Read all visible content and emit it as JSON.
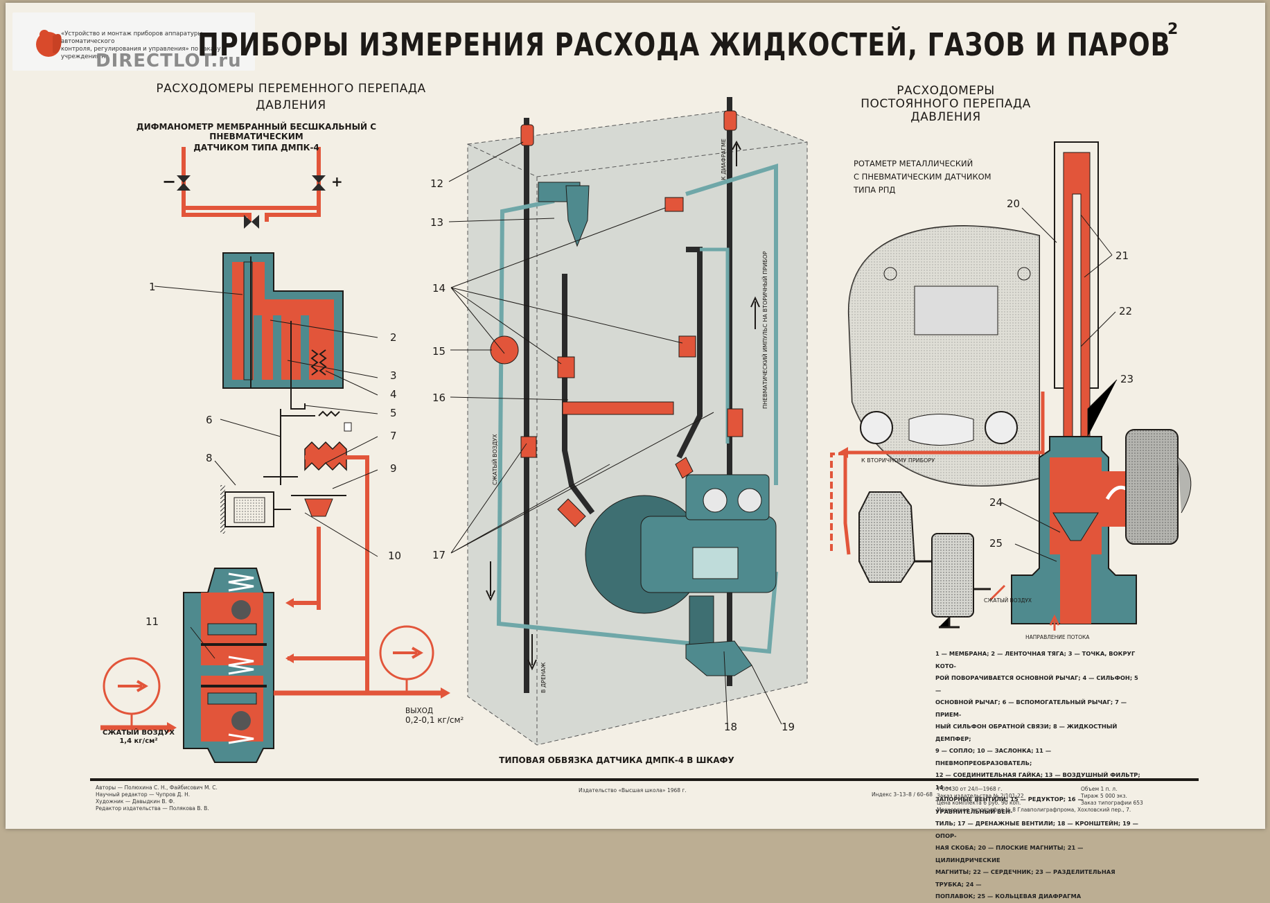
{
  "watermark": {
    "note_lines": [
      "«Устройство и монтаж приборов аппаратуры автоматического",
      "контроля, регулирования и управления» по заказу учреждения на"
    ],
    "brand": "DIRECTLOT.ru"
  },
  "title": "ПРИБОРЫ ИЗМЕРЕНИЯ РАСХОДА ЖИДКОСТЕЙ, ГАЗОВ И ПАРОВ",
  "page_number": "2",
  "left_section": {
    "heading_line1": "РАСХОДОМЕРЫ ПЕРЕМЕННОГО ПЕРЕПАДА",
    "heading_line2": "ДАВЛЕНИЯ",
    "caption_line1": "ДИФМАНОМЕТР МЕМБРАННЫЙ  БЕСШКАЛЬНЫЙ С ПНЕВМАТИЧЕСКИМ",
    "caption_line2": "ДАТЧИКОМ ТИПА ДМПК-4",
    "minus_sign": "−",
    "plus_sign": "+",
    "numbers": [
      "1",
      "2",
      "3",
      "4",
      "5",
      "6",
      "7",
      "8",
      "9",
      "10",
      "11"
    ],
    "air_in_line1": "СЖАТЫЙ ВОЗДУХ",
    "air_in_line2": "1,4 кг/см²",
    "output_line1": "ВЫХОД",
    "output_line2": "0,2-0,1 кг/см²"
  },
  "center_section": {
    "numbers": [
      "12",
      "13",
      "14",
      "15",
      "16",
      "17",
      "18",
      "19"
    ],
    "caption": "ТИПОВАЯ ОБВЯЗКА ДАТЧИКА ДМПК-4 В ШКАФУ",
    "label_air": "СЖАТЫЙ ВОЗДУХ",
    "label_drain": "В ДРЕНАЖ",
    "label_diaphragm": "К ДИАФРАГМЕ",
    "label_impulse": "ПНЕВМАТИЧЕСКИЙ ИМПУЛЬС НА ВТОРИЧНЫЙ ПРИБОР"
  },
  "right_section": {
    "heading_line1": "РАСХОДОМЕРЫ",
    "heading_line2": "ПОСТОЯННОГО ПЕРЕПАДА",
    "heading_line3": "ДАВЛЕНИЯ",
    "rotameter_line1": "РОТАМЕТР МЕТАЛЛИЧЕСКИЙ",
    "rotameter_line2": "С ПНЕВМАТИЧЕСКИМ ДАТЧИКОМ",
    "rotameter_line3": "ТИПА РПД",
    "numbers": [
      "20",
      "21",
      "22",
      "23",
      "24",
      "25"
    ],
    "to_secondary": "К  ВТОРИЧНОМУ ПРИБОРУ",
    "air": "СЖАТЫЙ ВОЗДУХ",
    "flow_dir": "НАПРАВЛЕНИЕ ПОТОКА"
  },
  "legend_lines": [
    "1 — МЕМБРАНА; 2 — ЛЕНТОЧНАЯ ТЯГА; 3 — ТОЧКА, ВОКРУГ КОТО-",
    "РОЙ ПОВОРАЧИВАЕТСЯ ОСНОВНОЙ РЫЧАГ; 4 — СИЛЬФОН; 5 —",
    "ОСНОВНОЙ РЫЧАГ; 6 — ВСПОМОГАТЕЛЬНЫЙ РЫЧАГ; 7 — ПРИЕМ-",
    "НЫЙ СИЛЬФОН ОБРАТНОЙ СВЯЗИ; 8 — ЖИДКОСТНЫЙ ДЕМПФЕР;",
    "9 — СОПЛО; 10 — ЗАСЛОНКА; 11 — ПНЕВМОПРЕОБРАЗОВАТЕЛЬ;",
    "12 — СОЕДИНИТЕЛЬНАЯ ГАЙКА; 13 — ВОЗДУШНЫЙ ФИЛЬТР; 14 —",
    "ЗАПОРНЫЕ ВЕНТИЛИ; 15 — РЕДУКТОР; 16 — УРАВНИТЕЛЬНЫЙ ВЕН-",
    "ТИЛЬ; 17 — ДРЕНАЖНЫЕ ВЕНТИЛИ; 18 — КРОНШТЕЙН; 19 — ОПОР-",
    "НАЯ СКОБА; 20 — ПЛОСКИЕ МАГНИТЫ; 21 — ЦИЛИНДРИЧЕСКИЕ",
    "МАГНИТЫ; 22 — СЕРДЕЧНИК; 23 — РАЗДЕЛИТЕЛЬНАЯ ТРУБКА; 24 —",
    "ПОПЛАВОК; 25 — КОЛЬЦЕВАЯ ДИАФРАГМА"
  ],
  "footer": {
    "authors_lines": [
      "Авторы — Полюхина С. Н., Файбисович М. С.",
      "Научный редактор — Чупров Д. Н.",
      "Художник — Давыдкин В. Ф.",
      "Редактор издательства — Полякова В. В."
    ],
    "publisher": "Издательство «Высшая школа» 1968 г.",
    "index": "Индекс  3–13–8 / 60–68",
    "print_lines": [
      "Т-00430 от 24/I—1968 г.",
      "Заказ издательства № 2/101-22",
      "Цена комплекта 6 руб. 90 коп.",
      "Московская типография № 8 Главполиграфпрома, Хохловский пер., 7."
    ],
    "volume_lines": [
      "Объем 1 п. л.",
      "Тираж 5 000 экз.",
      "Заказ типографии 653"
    ]
  },
  "colors": {
    "red": "#e2553a",
    "teal": "#4f8a8e",
    "teal_light": "#8fbcbc",
    "paper": "#f3efe5",
    "ink": "#1d1a17"
  }
}
